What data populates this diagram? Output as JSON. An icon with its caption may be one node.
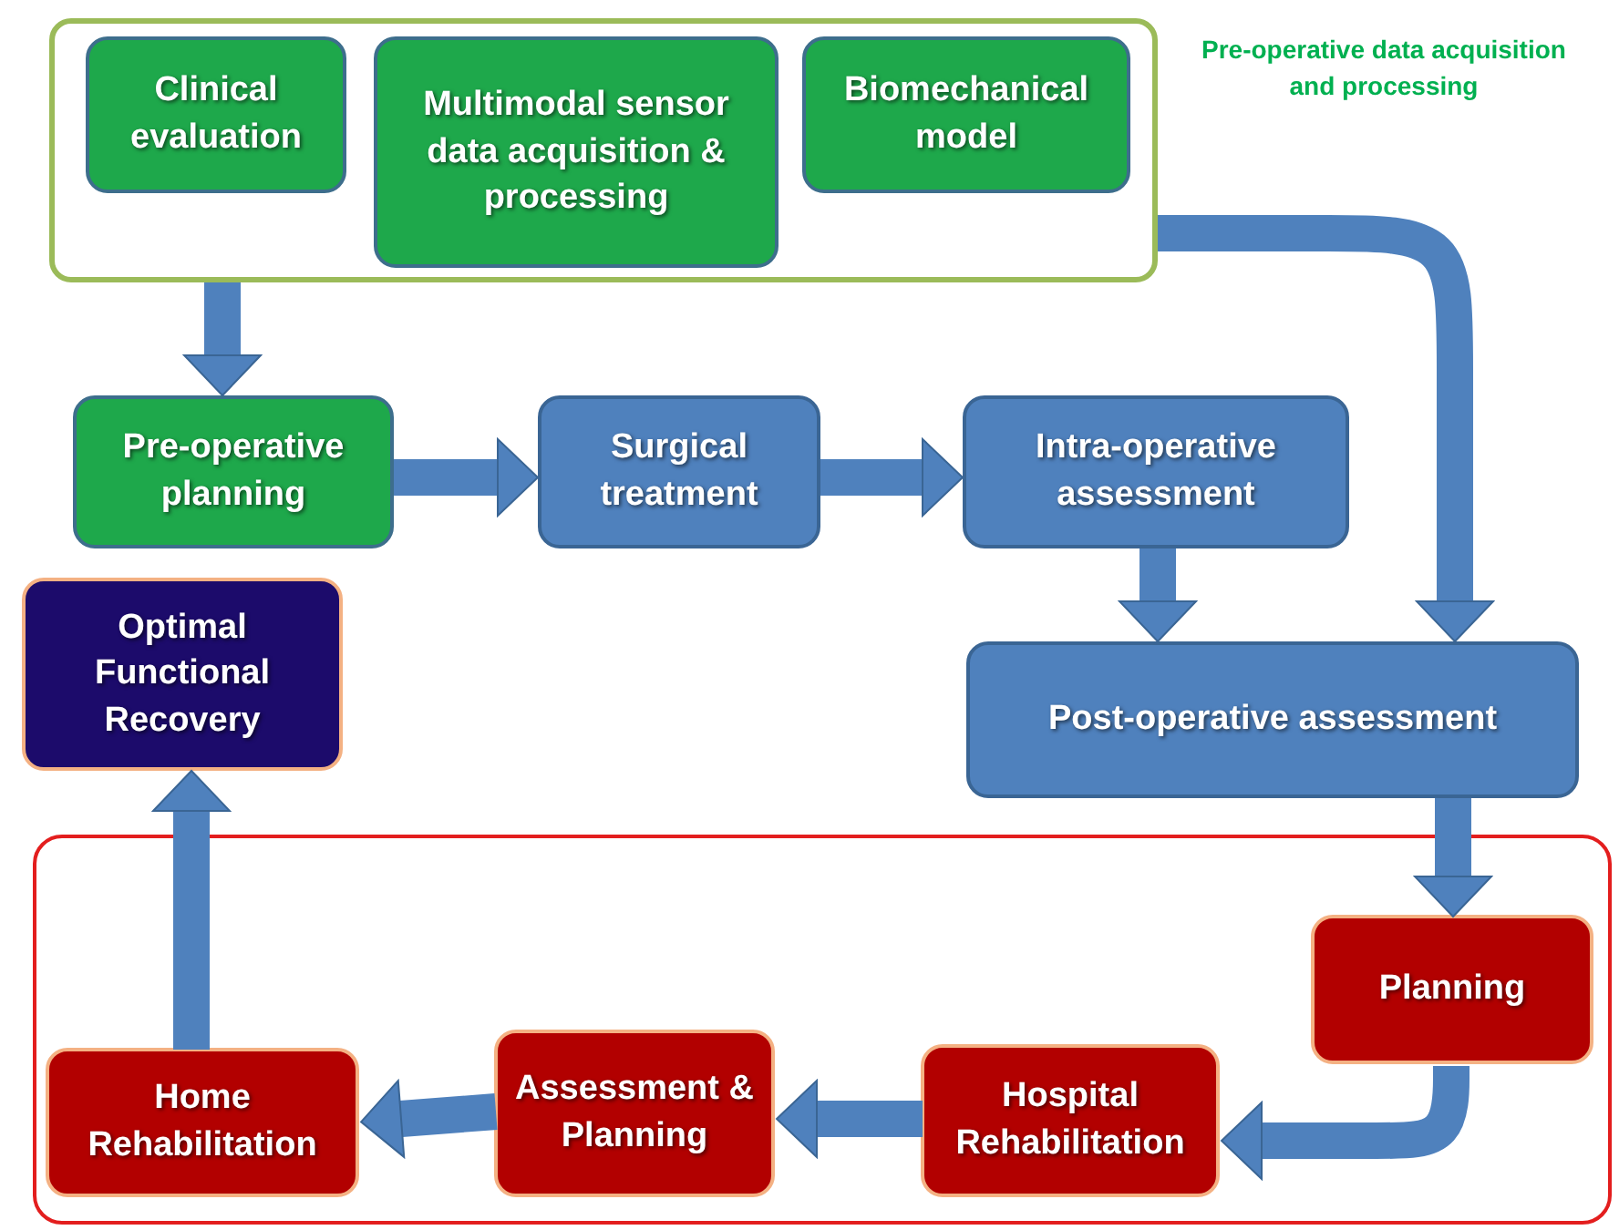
{
  "diagram": {
    "nodes": [
      {
        "text": [
          "Pre-operative data acquisition and processing"
        ]
      },
      {
        "text": [
          "Clinical evaluation"
        ],
        "in": 0
      },
      {
        "text": [
          "Multimodal sensor data acquisition & processing"
        ],
        "in": 0
      },
      {
        "text": [
          "Biomechanical model"
        ],
        "in": 0
      },
      {
        "text": [
          "Pre-operative planning"
        ]
      },
      {
        "text": [
          "Surgical treatment"
        ]
      },
      {
        "text": [
          "Intra-operative assessment"
        ]
      },
      {
        "text": [
          "Optimal Functional Recovery"
        ]
      },
      {
        "text": [
          "Post-operative assessment"
        ]
      },
      {
        "text": [],
        "shape": "box"
      },
      {
        "text": [
          "Planning"
        ],
        "in": 9
      },
      {
        "text": [
          "Hospital Rehabilitation"
        ],
        "in": 9
      },
      {
        "text": [
          "Assessment & Planning"
        ],
        "in": 9
      },
      {
        "text": [
          "Home Rehabilitation"
        ],
        "in": 9
      }
    ],
    "edges": [
      {
        "from": 0,
        "to": 4,
        "arrow": "to"
      },
      {
        "from": 4,
        "to": 5,
        "arrow": "to"
      },
      {
        "from": 5,
        "to": 6,
        "arrow": "to"
      },
      {
        "from": 6,
        "to": 8,
        "arrow": "to"
      },
      {
        "from": 0,
        "to": 8,
        "arrow": "to"
      },
      {
        "from": 8,
        "to": 10,
        "arrow": "to"
      },
      {
        "from": 10,
        "to": 11,
        "arrow": "to"
      },
      {
        "from": 11,
        "to": 12,
        "arrow": "to"
      },
      {
        "from": 12,
        "to": 13,
        "arrow": "to"
      },
      {
        "from": 13,
        "to": 7,
        "arrow": "to"
      }
    ]
  }
}
